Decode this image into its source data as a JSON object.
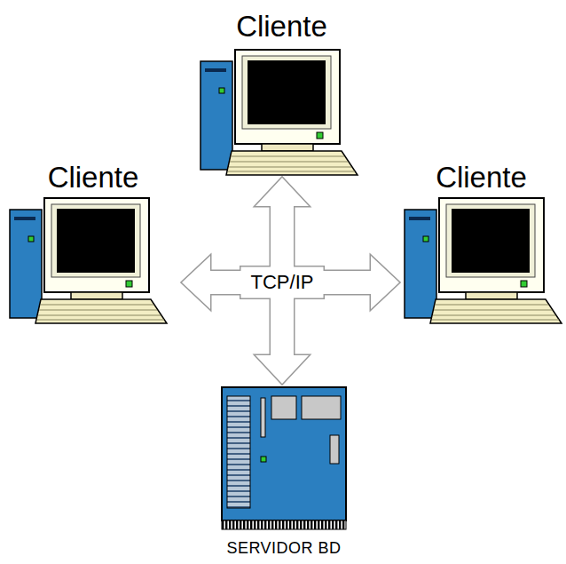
{
  "diagram": {
    "nodes": [
      {
        "text": [
          "Cliente"
        ]
      },
      {
        "text": [
          "Cliente"
        ]
      },
      {
        "text": [
          "TCP/IP"
        ]
      },
      {
        "text": [
          "Cliente"
        ]
      },
      {
        "text": [
          "SERVIDOR BD"
        ]
      }
    ],
    "edges": [
      {
        "from": 2,
        "to": 0,
        "arrow": "to"
      },
      {
        "from": 2,
        "to": 1,
        "arrow": "to"
      },
      {
        "from": 2,
        "to": 3,
        "arrow": "to"
      },
      {
        "from": 2,
        "to": 4,
        "arrow": "to"
      }
    ]
  }
}
